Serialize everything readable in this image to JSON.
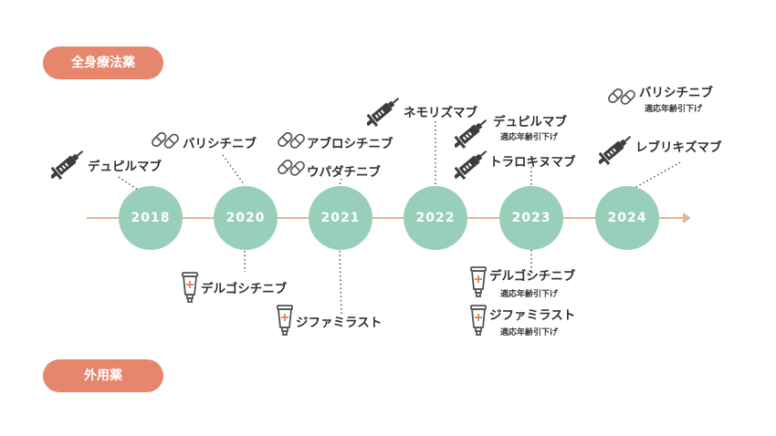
{
  "categories": {
    "systemic": "全身療法薬",
    "topical": "外用薬"
  },
  "years": [
    "2018",
    "2020",
    "2021",
    "2022",
    "2023",
    "2024"
  ],
  "drugs": {
    "d2018": "デュピルマブ",
    "d2020a": "バリシチニブ",
    "d2020b": "デルゴシチニブ",
    "d2021a": "アブロシチニブ",
    "d2021b": "ウパダチニブ",
    "d2021c": "ジファミラスト",
    "d2022": "ネモリズマブ",
    "d2023a": "デュピルマブ",
    "d2023b": "トラロキヌマブ",
    "d2023c": "デルゴシチニブ",
    "d2023d": "ジファミラスト",
    "d2024a": "バリシチニブ",
    "d2024b": "レブリキズマブ"
  },
  "notes": {
    "n2023a": "適応年齢引下げ",
    "n2023c": "適応年齢引下げ",
    "n2023d": "適応年齢引下げ",
    "n2024a": "適応年齢引下げ"
  },
  "colors": {
    "category_pill": "#e6866c",
    "year_circle": "#97cfbb",
    "axis": "#e6b597",
    "text": "#333333"
  },
  "icons": {
    "injection": "syringe-icon",
    "oral": "capsule-icon",
    "topical": "ointment-tube-icon"
  }
}
